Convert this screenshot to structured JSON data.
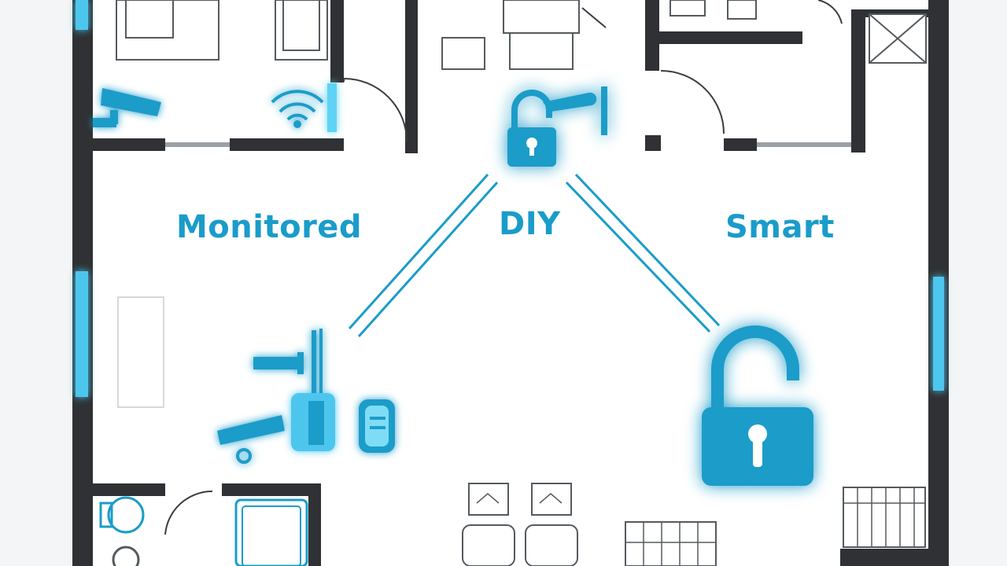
{
  "labels": {
    "left": "Monitored",
    "center": "DIY",
    "right": "Smart"
  },
  "colors": {
    "accent": "#1a9cc9",
    "glow": "#5fd3f5",
    "wall": "#2f3134",
    "fixture": "#555a5e",
    "floor": "#ffffff",
    "background": "#f4f5f6"
  },
  "icons": {
    "top": "padlock-with-handle-icon",
    "left": "security-camera-and-devices-icon",
    "right": "open-padlock-icon",
    "wifi": "wifi-icon",
    "camera": "wall-camera-icon"
  }
}
